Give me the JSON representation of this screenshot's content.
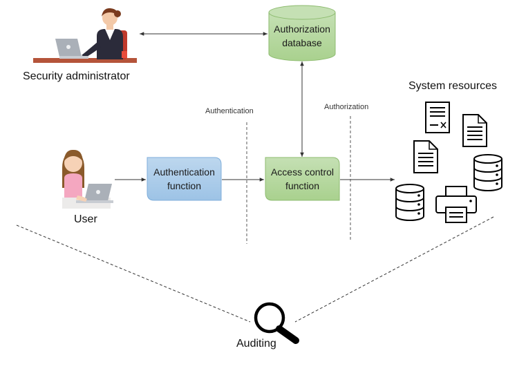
{
  "actors": {
    "security_admin": "Security administrator",
    "user": "User"
  },
  "database": {
    "line1": "Authorization",
    "line2": "database",
    "color": "#a9d18e"
  },
  "functions": {
    "authentication_line1": "Authentication",
    "authentication_line2": "function",
    "authentication_color": "#9dc3e6",
    "access_control_line1": "Access control",
    "access_control_line2": "function",
    "access_control_color": "#a9d18e"
  },
  "boundaries": {
    "authentication": "Authentication",
    "authorization": "Authorization"
  },
  "resources": {
    "title": "System resources",
    "icons": [
      "form-document-icon",
      "text-document-icon",
      "text-document-icon",
      "database-icon",
      "database-icon",
      "printer-icon"
    ]
  },
  "auditing": {
    "label": "Auditing",
    "icon": "magnifier-icon"
  }
}
